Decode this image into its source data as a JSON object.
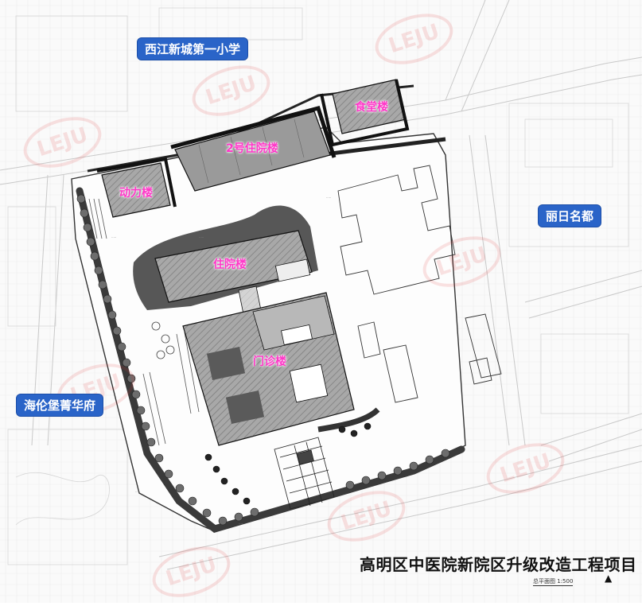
{
  "labels": {
    "school": "西江新城第一小学",
    "residence_east": "丽日名都",
    "residence_west": "海伦堡菁华府"
  },
  "buildings": {
    "canteen": "食堂楼",
    "ward2": "2号住院楼",
    "power": "动力楼",
    "ward": "住院楼",
    "clinic": "门诊楼"
  },
  "title": "高明区中医院新院区升级改造工程项目",
  "scale_note": "总平面图  1:500",
  "watermark": "LEJU",
  "colors": {
    "tag_bg": "#2a64c8",
    "building_label": "#ff36c8",
    "building_fill": "#9a9a9a",
    "watermark": "#e63c3c"
  }
}
